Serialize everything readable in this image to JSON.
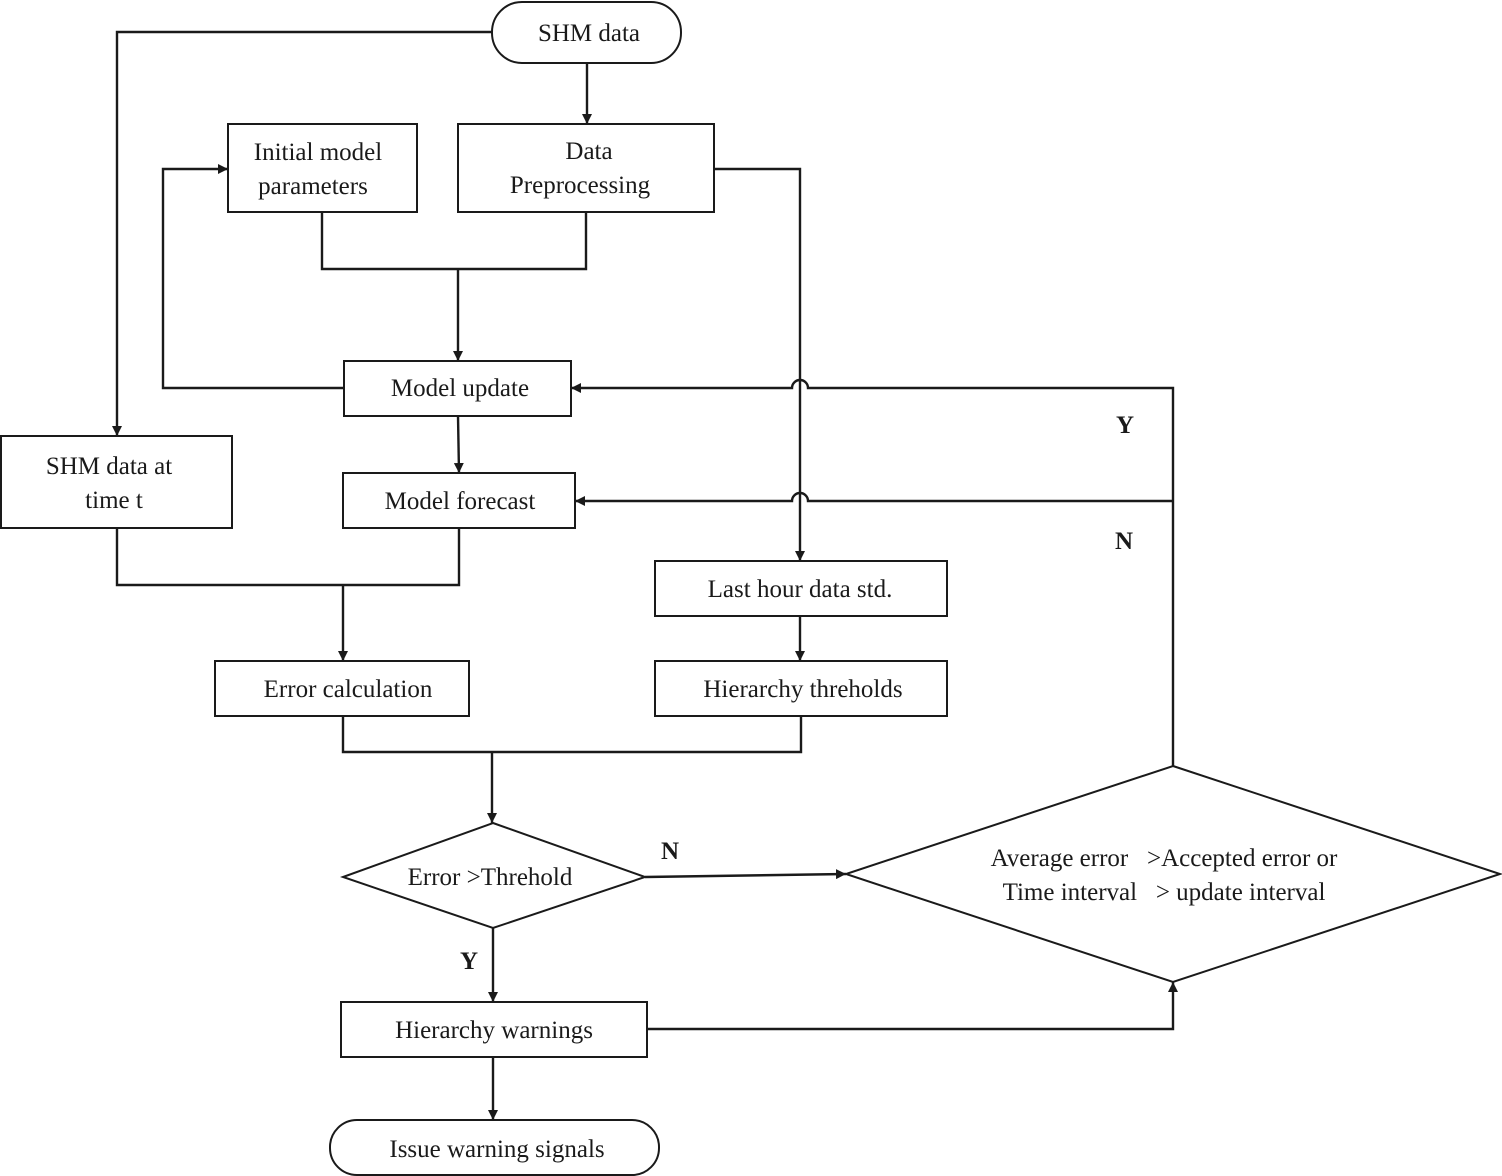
{
  "nodes": {
    "shm_data": "SHM data",
    "initial_params": [
      "Initial model",
      "parameters"
    ],
    "data_preprocessing": [
      "Data",
      "Preprocessing"
    ],
    "model_update": "Model update",
    "shm_data_time_t": [
      "SHM data at",
      "time t"
    ],
    "model_forecast": "Model forecast",
    "last_hour_std": "Last hour data std.",
    "error_calculation": "Error calculation",
    "hierarchy_thresholds": "Hierarchy threholds",
    "error_threshold": "Error >Threhold",
    "average_error_check": [
      "Average error   >Accepted error or",
      "Time interval   > update interval"
    ],
    "hierarchy_warnings": "Hierarchy warnings",
    "issue_warning_signals": "Issue warning signals"
  },
  "edge_labels": {
    "y_model_update": "Y",
    "n_model_forecast": "N",
    "n_error_threshold": "N",
    "y_error_threshold": "Y"
  },
  "colors": {
    "stroke": "#1a1a1a",
    "background": "#ffffff"
  }
}
